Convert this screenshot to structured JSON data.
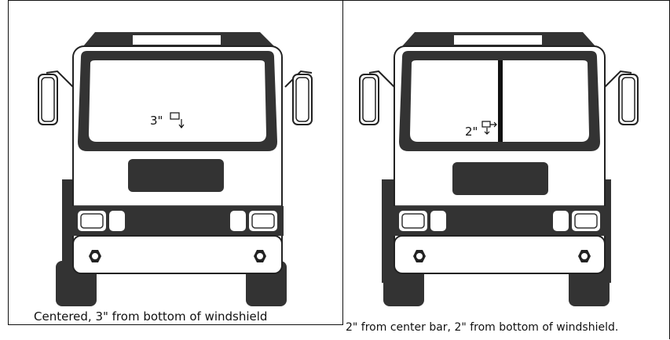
{
  "panels": [
    {
      "measurement": "3\"",
      "caption": "Centered, 3\" from bottom of windshield"
    },
    {
      "measurement": "2\"",
      "caption": "2\" from center bar, 2\" from bottom of windshield."
    }
  ]
}
